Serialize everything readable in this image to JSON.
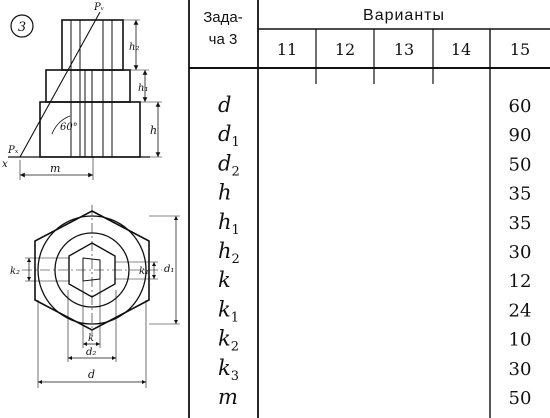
{
  "drawing": {
    "problem_number": "3",
    "elevation_labels": {
      "h2": "h₂",
      "h1": "h₁",
      "h": "h",
      "angle": "60°",
      "m": "m",
      "px": "Pₓ",
      "pv": "Pᵥ",
      "x": "x"
    },
    "plan_labels": {
      "k2": "k₂",
      "k1": "k₁",
      "d1": "d₁",
      "k": "k",
      "d2": "d₂",
      "d": "d"
    }
  },
  "table": {
    "task_header_line1": "Зада-",
    "task_header_line2": "ча 3",
    "variants_header": "Варианты",
    "variant_columns": [
      "11",
      "12",
      "13",
      "14",
      "15"
    ],
    "rows": [
      {
        "param": "d",
        "sub": "",
        "values": [
          "",
          "",
          "",
          "",
          "60"
        ]
      },
      {
        "param": "d",
        "sub": "1",
        "values": [
          "",
          "",
          "",
          "",
          "90"
        ]
      },
      {
        "param": "d",
        "sub": "2",
        "values": [
          "",
          "",
          "",
          "",
          "50"
        ]
      },
      {
        "param": "h",
        "sub": "",
        "values": [
          "",
          "",
          "",
          "",
          "35"
        ]
      },
      {
        "param": "h",
        "sub": "1",
        "values": [
          "",
          "",
          "",
          "",
          "35"
        ]
      },
      {
        "param": "h",
        "sub": "2",
        "values": [
          "",
          "",
          "",
          "",
          "30"
        ]
      },
      {
        "param": "k",
        "sub": "",
        "values": [
          "",
          "",
          "",
          "",
          "12"
        ]
      },
      {
        "param": "k",
        "sub": "1",
        "values": [
          "",
          "",
          "",
          "",
          "24"
        ]
      },
      {
        "param": "k",
        "sub": "2",
        "values": [
          "",
          "",
          "",
          "",
          "10"
        ]
      },
      {
        "param": "k",
        "sub": "3",
        "values": [
          "",
          "",
          "",
          "",
          "30"
        ]
      },
      {
        "param": "m",
        "sub": "",
        "values": [
          "",
          "",
          "",
          "",
          "50"
        ]
      }
    ]
  }
}
